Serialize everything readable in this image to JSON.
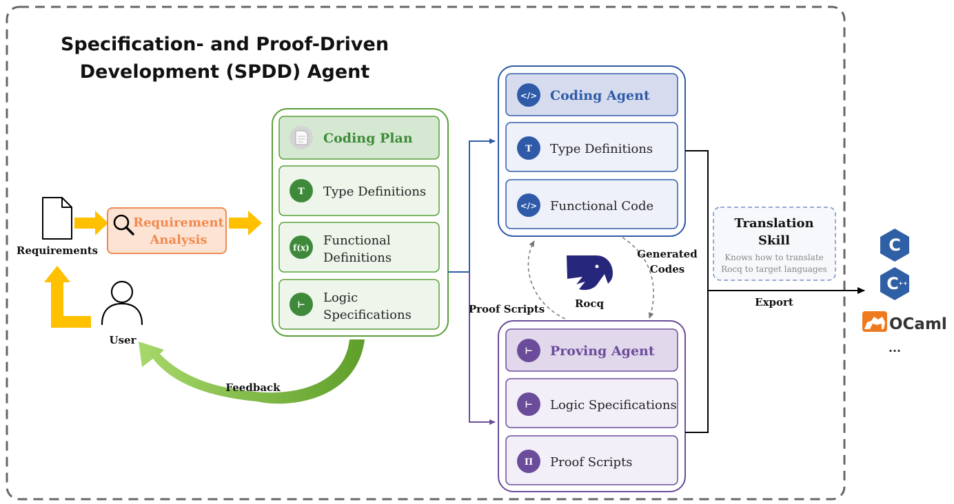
{
  "title": {
    "line1": "Specification- and Proof-Driven",
    "line2": "Development (SPDD) Agent"
  },
  "requirements": {
    "label": "Requirements",
    "icon": "document-icon"
  },
  "user": {
    "label": "User",
    "icon": "user-icon"
  },
  "requirement_analysis": {
    "line1": "Requirement",
    "line2": "Analysis",
    "icon": "magnifier-icon"
  },
  "feedback": {
    "label": "Feedback"
  },
  "coding_plan": {
    "header": "Coding Plan",
    "items": [
      {
        "badge": "T",
        "label_lines": [
          "Type Definitions"
        ]
      },
      {
        "badge": "f(x)",
        "label_lines": [
          "Functional",
          "Definitions"
        ]
      },
      {
        "badge": "⊢",
        "label_lines": [
          "Logic",
          "Specifications"
        ]
      }
    ]
  },
  "coding_agent": {
    "header": "Coding Agent",
    "header_badge": "</>",
    "items": [
      {
        "badge": "T",
        "label": "Type Definitions"
      },
      {
        "badge": "</>",
        "label": "Functional Code"
      }
    ]
  },
  "proving_agent": {
    "header": "Proving Agent",
    "header_badge": "⊢",
    "items": [
      {
        "badge": "⊢",
        "label": "Logic Specifications"
      },
      {
        "badge": "Π",
        "label": "Proof Scripts"
      }
    ]
  },
  "rocq": {
    "label": "Rocq"
  },
  "generated_codes": {
    "line1": "Generated",
    "line2": "Codes"
  },
  "proof_scripts_edge": {
    "label": "Proof Scripts"
  },
  "translation_skill": {
    "line1": "Translation",
    "line2": "Skill",
    "desc1": "Knows how to translate",
    "desc2": "Rocq to target languages"
  },
  "export": {
    "label": "Export"
  },
  "targets": {
    "c_label": "C",
    "cpp_label": "C",
    "cpp_suffix": "++",
    "ocaml_label": "OCaml",
    "ellipsis": "..."
  },
  "colors": {
    "green": "#5a9e3a",
    "green_badge": "#3f8a3a",
    "green_header_bg": "#d5e9d2",
    "green_item_bg": "#eef6ec",
    "blue": "#2e5aa8",
    "blue_header_bg": "#d6dcee",
    "blue_item_bg": "#eef1fa",
    "purple": "#6b4c9a",
    "purple_header_bg": "#e1d8ec",
    "purple_item_bg": "#f3eff8",
    "orange": "#ef8a50",
    "orange_bg": "#fde3d3",
    "arrow_yellow": "#ffc000",
    "c_blue": "#2f5fa4",
    "ocaml_orange": "#ee7a20"
  }
}
